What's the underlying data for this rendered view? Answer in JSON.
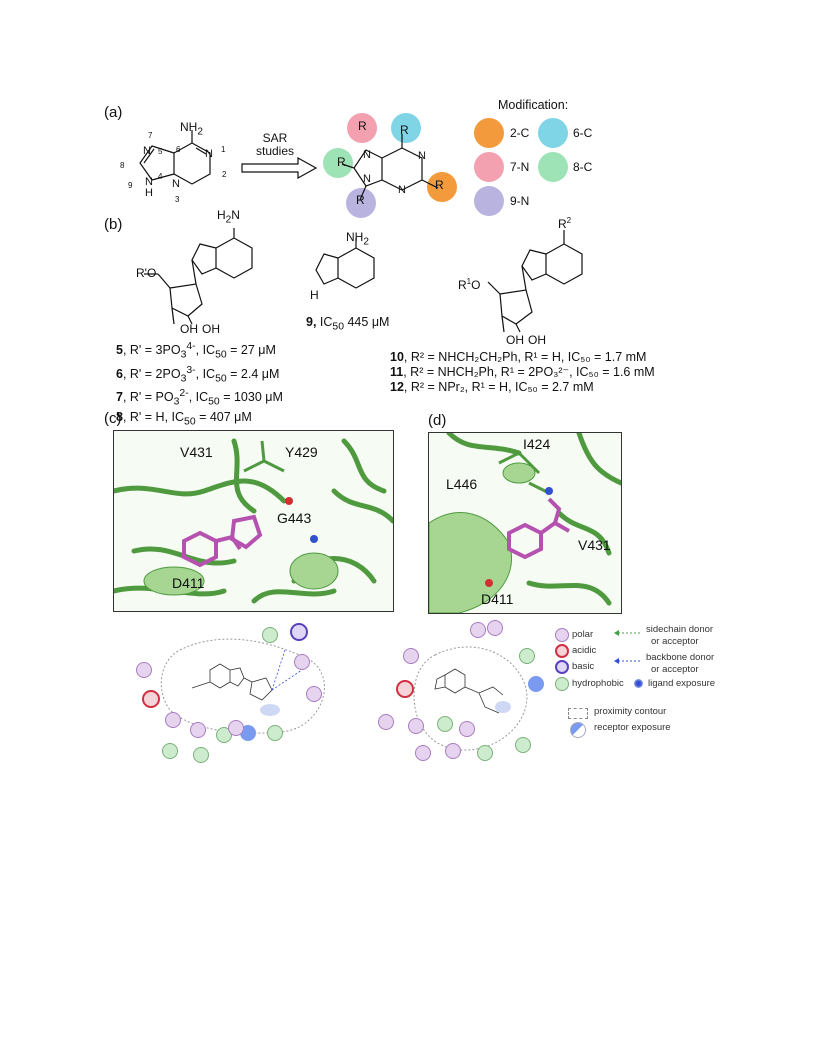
{
  "panel_a": {
    "label": "(a)",
    "arrow_text_line1": "SAR",
    "arrow_text_line2": "studies",
    "adenine_labels": {
      "amine": "NH",
      "amine_sub": "2",
      "nh": "N",
      "h": "H",
      "n": "N",
      "num_1": "1",
      "num_2": "2",
      "num_3": "3",
      "num_4": "4",
      "num_5": "5",
      "num_6": "6",
      "num_7": "7",
      "num_8": "8",
      "num_9": "9"
    },
    "r_label": "R",
    "modification_title": "Modification:",
    "modifications": [
      {
        "label": "2-C",
        "color": "#f39a3c"
      },
      {
        "label": "6-C",
        "color": "#7fd4e6"
      },
      {
        "label": "7-N",
        "color": "#f3a0b0"
      },
      {
        "label": "8-C",
        "color": "#9ee3b6"
      },
      {
        "label": "9-N",
        "color": "#b9b3e0"
      }
    ]
  },
  "panel_b": {
    "label": "(b)",
    "compound_labels": {
      "nh2": "NH",
      "nh2_sub": "2",
      "h2n": "H",
      "h2n_sub": "2",
      "h2n_n": "N",
      "r_prime_o": "R'O",
      "oh": "OH",
      "r1o": "R",
      "r1o_sup": "1",
      "r1o_o": "O",
      "r2": "R",
      "r2_sup": "2",
      "h": "H",
      "n": "N"
    },
    "compound9": {
      "num": "9,",
      "text": "IC",
      "sub": "50",
      "value": "445 μM"
    },
    "list_left": [
      {
        "num": "5",
        "pre": ", R' = 3PO",
        "sub": "3",
        "sup": "4-",
        "mid": ", IC",
        "sub2": "50",
        "post": " = 27 μM"
      },
      {
        "num": "6",
        "pre": ", R' = 2PO",
        "sub": "3",
        "sup": "3-",
        "mid": ", IC",
        "sub2": "50",
        "post": " = 2.4 μM"
      },
      {
        "num": "7",
        "pre": ", R' = PO",
        "sub": "3",
        "sup": "2-",
        "mid": ", IC",
        "sub2": "50",
        "post": " = 1030 μM"
      },
      {
        "num": "8",
        "pre": ", R' = H, IC",
        "sub": "",
        "sup": "",
        "mid": "",
        "sub2": "50",
        "post": " = 407 μM"
      }
    ],
    "list_right": [
      {
        "num": "10",
        "text": ", R² = NHCH₂CH₂Ph,  R¹ = H, IC₅₀ = 1.7 mM"
      },
      {
        "num": "11",
        "text": ", R² = NHCH₂Ph, R¹ = 2PO₃²⁻, IC₅₀ = 1.6 mM"
      },
      {
        "num": "12",
        "text": ", R² = NPr₂,  R¹ = H, IC₅₀ = 2.7 mM"
      }
    ]
  },
  "panel_c": {
    "label": "(c)",
    "residues": [
      "V431",
      "Y429",
      "G443",
      "D411"
    ]
  },
  "panel_d": {
    "label": "(d)",
    "residues": [
      "I424",
      "L446",
      "V431",
      "D411"
    ]
  },
  "legend": {
    "items": [
      {
        "label": "polar",
        "type": "polar"
      },
      {
        "label": "acidic",
        "type": "acidic"
      },
      {
        "label": "basic",
        "type": "basic"
      },
      {
        "label": "hydrophobic",
        "type": "hydro"
      }
    ],
    "sidechain": "sidechain donor",
    "sidechain2": "or acceptor",
    "backbone": "backbone donor",
    "backbone2": "or acceptor",
    "ligand_exposure": "ligand exposure",
    "proximity": "proximity contour",
    "receptor_exposure": "receptor exposure"
  }
}
